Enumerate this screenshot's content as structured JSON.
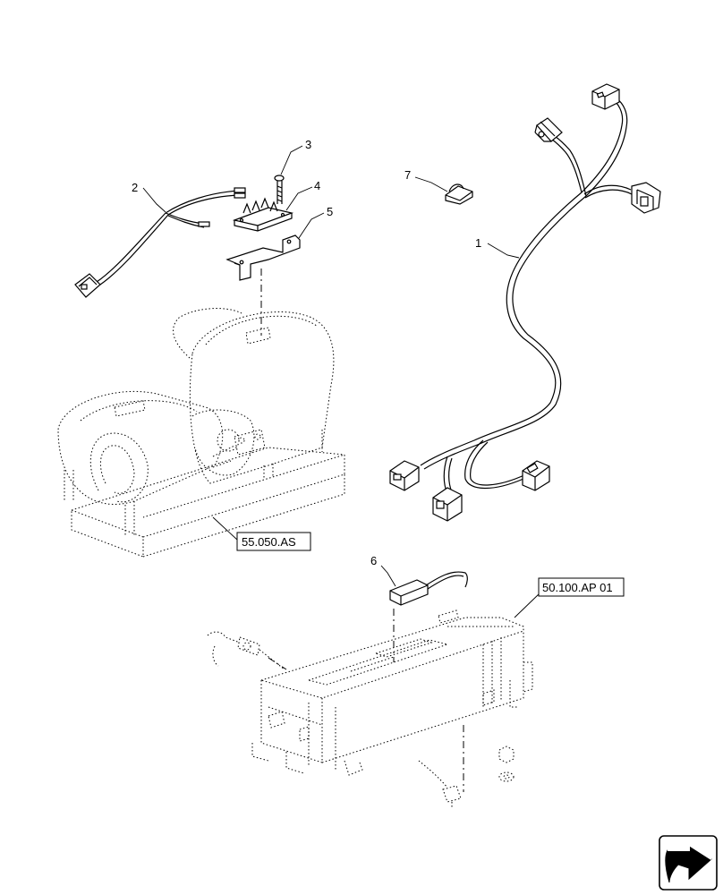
{
  "callouts": [
    {
      "id": "1",
      "label": "1"
    },
    {
      "id": "2",
      "label": "2"
    },
    {
      "id": "3",
      "label": "3"
    },
    {
      "id": "4",
      "label": "4"
    },
    {
      "id": "5",
      "label": "5"
    },
    {
      "id": "6",
      "label": "6"
    },
    {
      "id": "7",
      "label": "7"
    }
  ],
  "references": {
    "blower": "55.050.AS",
    "heater_box": "50.100.AP 01"
  },
  "icons": {
    "nav": "next-page-arrow-icon"
  }
}
